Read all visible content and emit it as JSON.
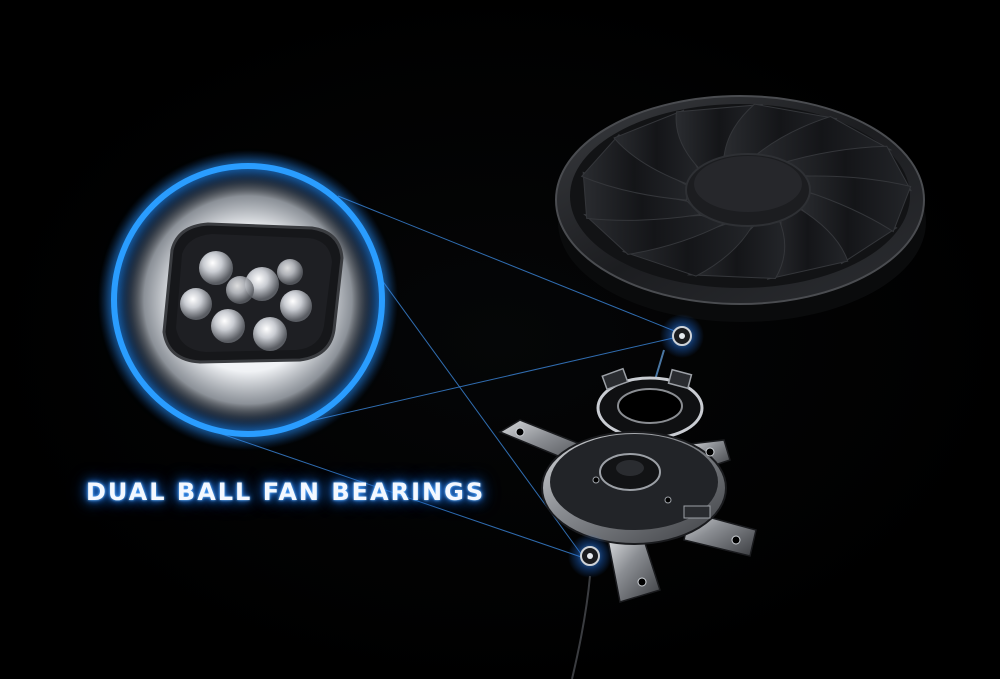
{
  "headline": "DUAL BALL FAN BEARINGS",
  "colors": {
    "background": "#000000",
    "glow_blue": "#2f8fff",
    "ring_blue": "#2a9dff",
    "fan_dark": "#1a1b1d",
    "headline_text": "#f4f8ff"
  },
  "scene": {
    "product": "fan-assembly",
    "fan_blade_count": 13,
    "bearing_ball_count": 8,
    "highlighted_bearings": 2
  }
}
